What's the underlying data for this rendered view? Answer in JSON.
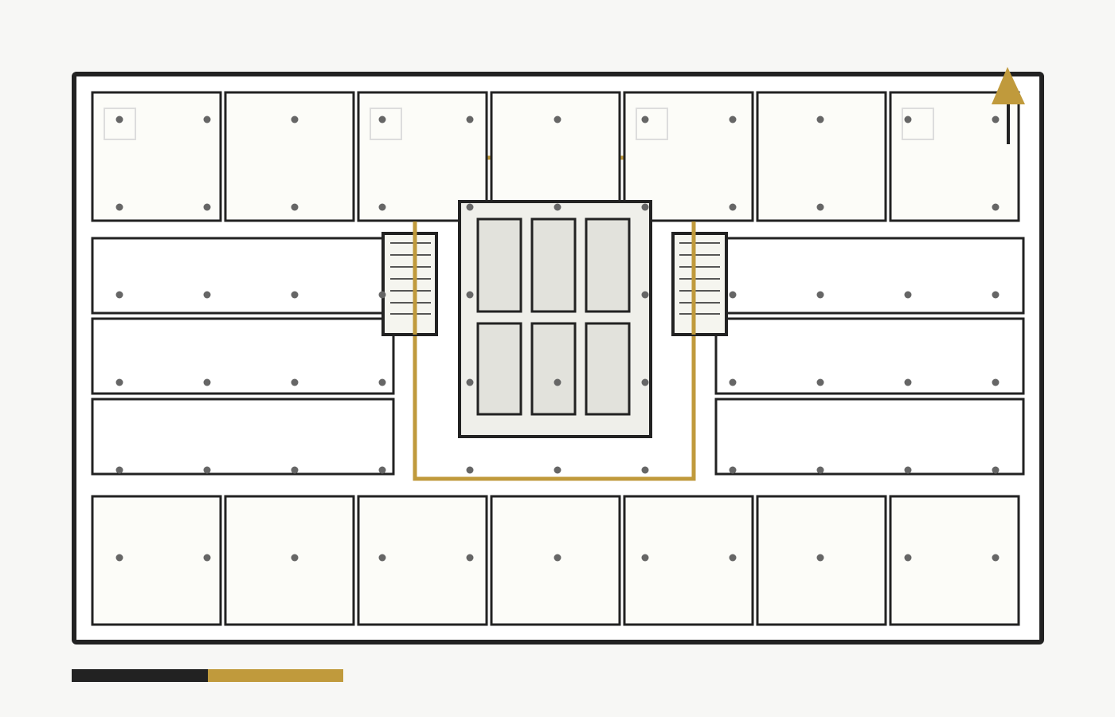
{
  "colors": {
    "background": "#f7f7f5",
    "outline": "#222222",
    "accent_gold": "#c09a3c",
    "room_fill": "#fcfcf8",
    "corridor_fill": "#ffffff",
    "core_fill": "#efefea",
    "elevator_fill": "#e2e2dc",
    "stair_fill": "#f5f5ef",
    "column_dot": "#666666",
    "fixture_outline": "#dddddd"
  },
  "icons": {
    "north_arrow": "north-arrow-icon"
  },
  "plan": {
    "top_room_count": 7,
    "bottom_room_count": 7,
    "left_bay_count": 3,
    "right_bay_count": 3,
    "elevator_count": 6,
    "stair_count": 2
  },
  "scale_bar": {
    "segments": 2
  }
}
